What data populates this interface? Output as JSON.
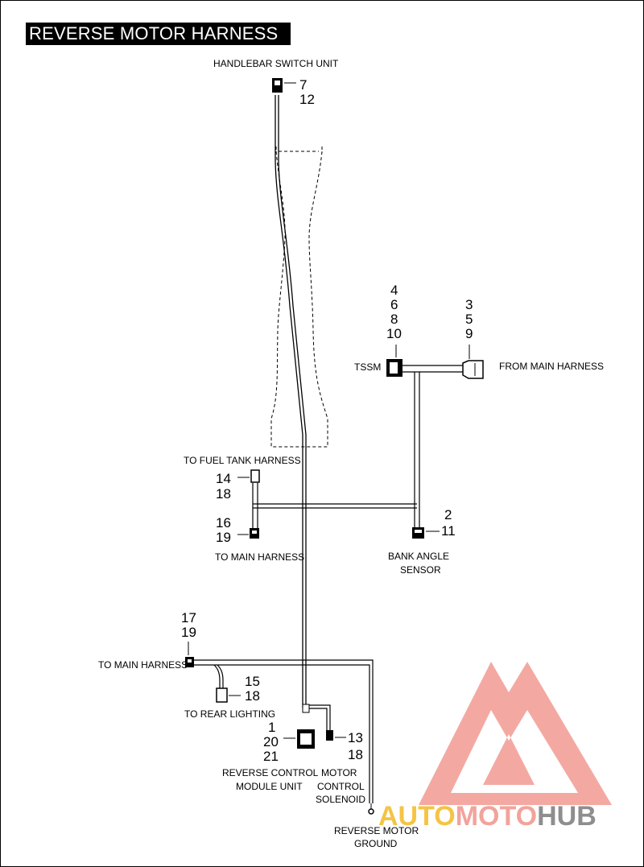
{
  "title": "REVERSE MOTOR HARNESS",
  "labels": {
    "handlebar_switch_unit": "HANDLEBAR SWITCH UNIT",
    "tssm": "TSSM",
    "from_main_harness": "FROM MAIN HARNESS",
    "to_fuel_tank_harness": "TO FUEL TANK HARNESS",
    "to_main_harness_1": "TO MAIN HARNESS",
    "bank_angle_1": "BANK ANGLE",
    "bank_angle_2": "SENSOR",
    "to_main_harness_2": "TO MAIN HARNESS",
    "to_rear_lighting": "TO REAR LIGHTING",
    "rcm_1": "REVERSE CONTROL",
    "rcm_2": "MODULE UNIT",
    "mcs_1": "MOTOR",
    "mcs_2": "CONTROL",
    "mcs_3": "SOLENOID",
    "ground_1": "REVERSE MOTOR",
    "ground_2": "GROUND"
  },
  "callouts": {
    "handlebar": [
      "7",
      "12"
    ],
    "tssm": [
      "4",
      "6",
      "8",
      "10"
    ],
    "from_main": [
      "3",
      "5",
      "9"
    ],
    "fuel_tank": [
      "14",
      "18"
    ],
    "main_harness_1": [
      "16",
      "19"
    ],
    "bank_angle": [
      "2",
      "11"
    ],
    "main_harness_2": [
      "17",
      "19"
    ],
    "rear_lighting": [
      "15",
      "18"
    ],
    "rcm": [
      "1",
      "20",
      "21"
    ],
    "solenoid": [
      "13",
      "18"
    ]
  },
  "watermark": {
    "part1": "AUTO",
    "part2": "MOTO",
    "part3": "HUB",
    "color1": "#f5c445",
    "color2": "#f2a39b",
    "color3": "#8e8e8e",
    "logo_color": "#f19a92"
  }
}
